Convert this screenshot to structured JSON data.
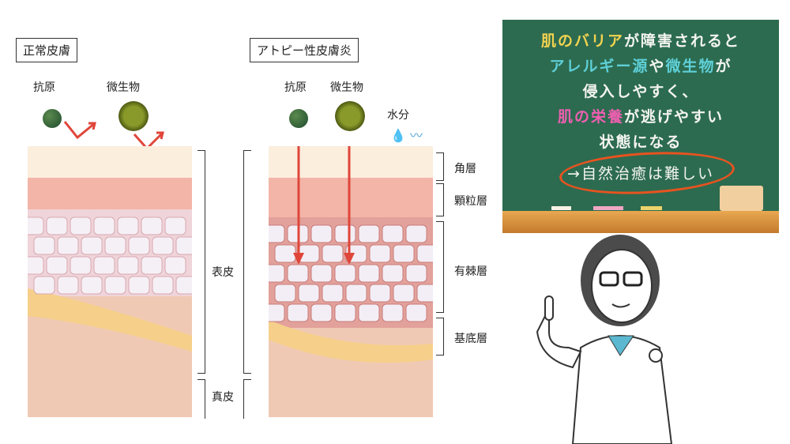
{
  "normal": {
    "title": "正常皮膚",
    "antigen": "抗原",
    "microbe": "微生物"
  },
  "atopic": {
    "title": "アトピー性皮膚炎",
    "antigen": "抗原",
    "microbe": "微生物",
    "water": "水分"
  },
  "layers": {
    "stratum_corneum": "角層",
    "granular": "顆粒層",
    "spinous": "有棘層",
    "basal": "基底層",
    "epidermis": "表皮",
    "dermis": "真皮"
  },
  "board": {
    "line1": {
      "a": "肌のバリア",
      "b": "が障害されると"
    },
    "line2": {
      "a": "アレルギー源",
      "b": "や",
      "c": "微生物",
      "d": "が"
    },
    "line3": "侵入しやすく、",
    "line4": {
      "a": "肌の栄養",
      "b": "が逃げやすい"
    },
    "line5": "状態になる",
    "line6": "→自然治癒は難しい"
  }
}
